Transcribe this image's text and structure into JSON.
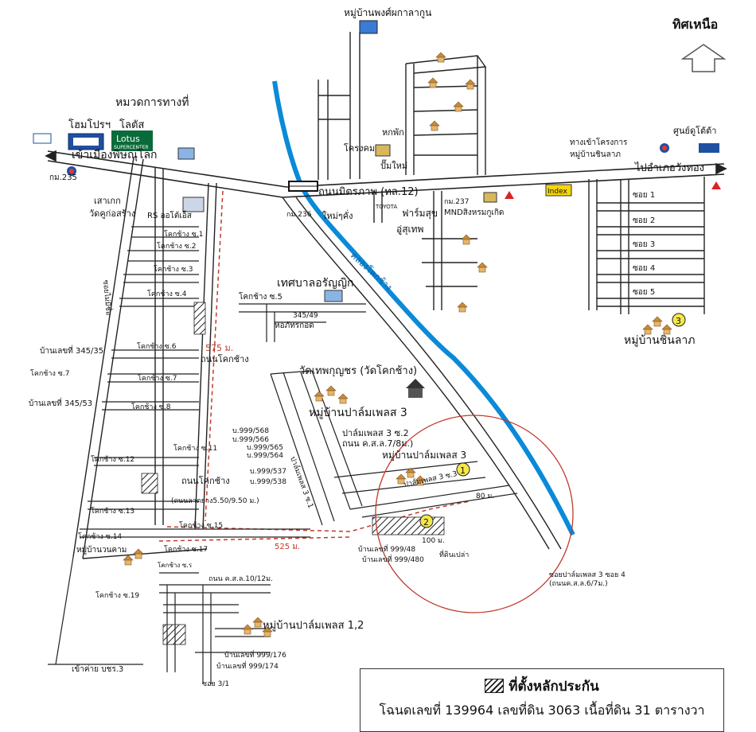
{
  "north": {
    "label": "ทิศเหนือ"
  },
  "places": {
    "village_phongsakul": "หมู่บ้านพงศ์ผกาลากูน",
    "highway_dept": "หมวดการทางที่",
    "homepro": "โฮมโปรฯ",
    "lotus": "โลตัส",
    "lotus_logo": "Lotus",
    "lotus_sub": "SUPERCENTER",
    "to_phitsanulok": "เข้าเมืองพิษณุโลก",
    "km235": "กม.235",
    "saokrok": "เสาเกก",
    "wat_koksawang": "วัดคูก่อสร้าง",
    "rs": "RS ออโต้เอ็ส",
    "mitraphap": "ถนนมิตรภาพ (ทล.12)",
    "km236": "กม.236",
    "nongkhai": "ใหม่ๆคั่ง",
    "hongcham": "โครงคม",
    "phakphak": "หกพัก",
    "pump": "ปั๊มใหม่",
    "toyota": "TOYOTA",
    "pharmacy": "ฟาร์มสุข",
    "km237": "กม.237",
    "mitsu_shop": "MNDสิงหรมกูเกิด",
    "oosuk": "อู่สุเทพ",
    "index": "Index",
    "project_entry": "ทางเข้าโครงการ",
    "project_entry2": "หมู่บ้านชินลาภ",
    "to_wangthong": "ไปอำเภอวังทอง",
    "toyota_center": "ศูนย์ดูโต้ต้า",
    "soi1": "ซอย 1",
    "soi2": "ซอย 2",
    "soi3": "ซอย 3",
    "soi4": "ซอย 4",
    "soi5": "ซอย 5",
    "village_chinlap": "หมู่บ้านชินลาภ",
    "canal": "คลองโคกช้าง",
    "municipality": "เทศบาลอรัญญิก",
    "koksang5": "โคกช้าง ซ.5",
    "h345_49": "345/49",
    "dorm": "หอภัทรกอด",
    "wat_thep": "วัดเทพกุญชร (วัดโคกช้าง)",
    "village_palm3": "หมู่บ้านปาล์มเพลส 3",
    "palm3_soi2": "ปาล์มเพลส 3 ซ.2",
    "road_kst": "ถนน ค.ส.ล.7/8ม.)",
    "village_palm3b": "หมู่บ้านปาล์มเพลส 3",
    "palm3_soi3": "ปาล์มเพลส 3 ซ.3",
    "palm3_soi1": "ปาล์มเพลส 3 ซ.1",
    "b568": "บ.999/568",
    "b566": "บ.999/566",
    "b565": "บ.999/565",
    "b564": "บ.999/564",
    "b537": "บ.999/537",
    "b538": "บ.999/538",
    "dist80": "80 ม.",
    "dist100": "100 ม.",
    "h480a": "บ้านเลขที่ 999/48",
    "h480b": "บ้านเลขที่ 999/480",
    "empty_land": "ที่ดินเปล่า",
    "soi_palm4": "ซอยปาล์มเพลส 3 ซอย 4",
    "soi_palm4_road": "(ถนนค.ส.ล.6/7ม.)",
    "koksang_road_a": "ถนนโคกช้าง",
    "dist575": "575 ม.",
    "koksang_road": "ถนนโคกช้าง",
    "road_asphalt": "(ถนนลาดยาง5.50/9.50 ม.)",
    "ks1": "โคกช้าง ซ.1",
    "ks2": "โคกช้าง ซ.2",
    "ks3": "โคกช้าง ซ.3",
    "ks4": "โคกช้าง ซ.4",
    "ks6": "โคกช้าง ซ.6",
    "ks7": "โคกช้าง ซ.7",
    "ks7b": "โคกช้าง ซ.7",
    "ks8": "โคกช้าง ซ.8",
    "ks11": "โคกช้าง ซ.11",
    "ks12": "โคกช้าง ซ.12",
    "ks13": "โคกช้าง ซ.13",
    "ks14": "โคกช้าง ซ.14",
    "ks15": "โคกช้าง ซ.15",
    "ks17": "โคกช้าง ซ.17",
    "ks19": "โคกช้าง ซ.19",
    "ks_s": "โคกช้าง ซ.ร",
    "h345_35": "บ้านเลขที่ 345/35",
    "h345_53": "บ้านเลขที่ 345/53",
    "soi_maipheng": "ซอยไม่มีชื่อ",
    "village_wanakam": "หมู่บ้านวนคาม",
    "dist525": "525 ม.",
    "road_kst10": "ถนน ค.ส.ล.10/12ม.",
    "village_palm12": "หมู่บ้านปาล์มเพลส 1,2",
    "h176": "บ้านเลขที่ 999/176",
    "h174": "บ้านเลขที่ 999/174",
    "camp": "เข้าค่าย บชร.3",
    "soi3_1": "ซอย 3/1",
    "m1": "1",
    "m2": "2",
    "m3": "3"
  },
  "legend": {
    "title": "ที่ตั้งหลักประกัน",
    "deed": "โฉนดเลขที่ 139964 เลขที่ดิน 3063 เนื้อที่ดิน 31 ตารางวา"
  },
  "colors": {
    "canal": "#0a8ad8",
    "road": "#222222",
    "dashed": "#c0392b",
    "circle": "#c0392b",
    "marker": "#f4e84a",
    "house": "#c98b3a"
  }
}
